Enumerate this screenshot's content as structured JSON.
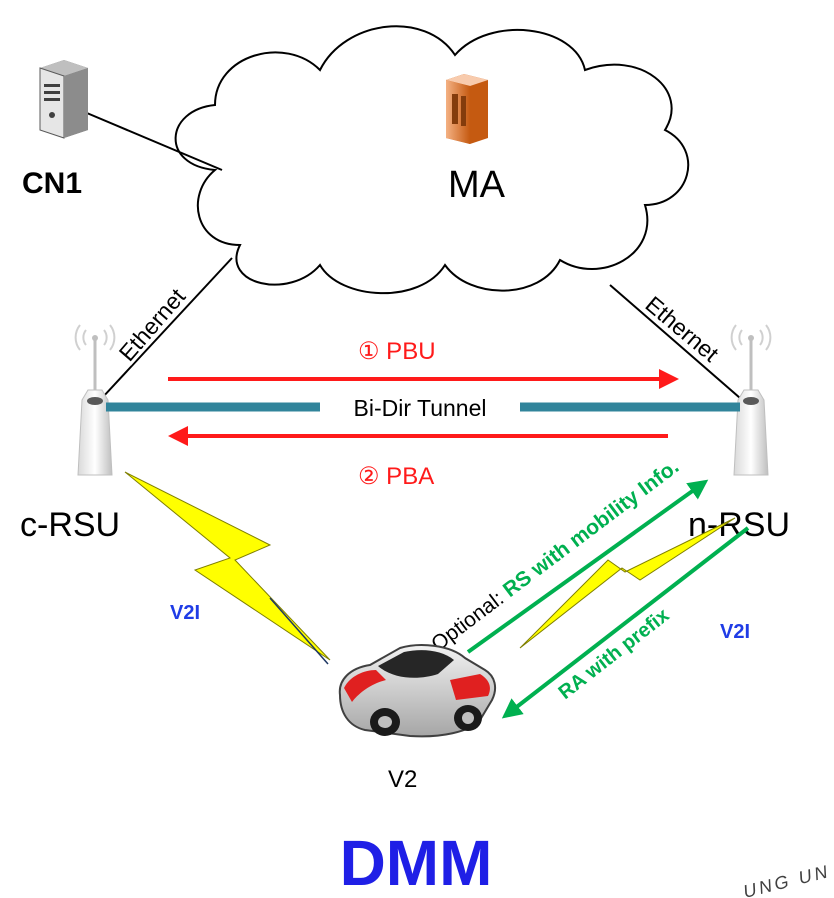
{
  "labels": {
    "cn1": "CN1",
    "ma": "MA",
    "ethernet_left": "Ethernet",
    "ethernet_right": "Ethernet",
    "pbu": "① PBU",
    "tunnel": "Bi-Dir Tunnel",
    "pba": "② PBA",
    "c_rsu": "c-RSU",
    "n_rsu": "n-RSU",
    "v2i_left": "V2I",
    "v2i_right": "V2I",
    "optional_prefix": "Optional: ",
    "rs_message": "RS with mobility Info.",
    "ra_message": "RA with prefix",
    "vehicle": "V2",
    "title": "DMM",
    "watermark": "UNG UN"
  },
  "colors": {
    "signal_red": "#ff1a1a",
    "tunnel_teal": "#31849b",
    "message_green": "#00b050",
    "v2i_blue": "#1f3ce6",
    "title_blue": "#1f1fe6",
    "lightning_yellow": "#ffff00",
    "server_orange": "#e57d2e"
  },
  "icons": {
    "cn1": "server-tower-icon",
    "ma": "server-cabinet-icon",
    "rsu": "antenna-icon",
    "vehicle": "car-icon",
    "link": "lightning-icon"
  }
}
